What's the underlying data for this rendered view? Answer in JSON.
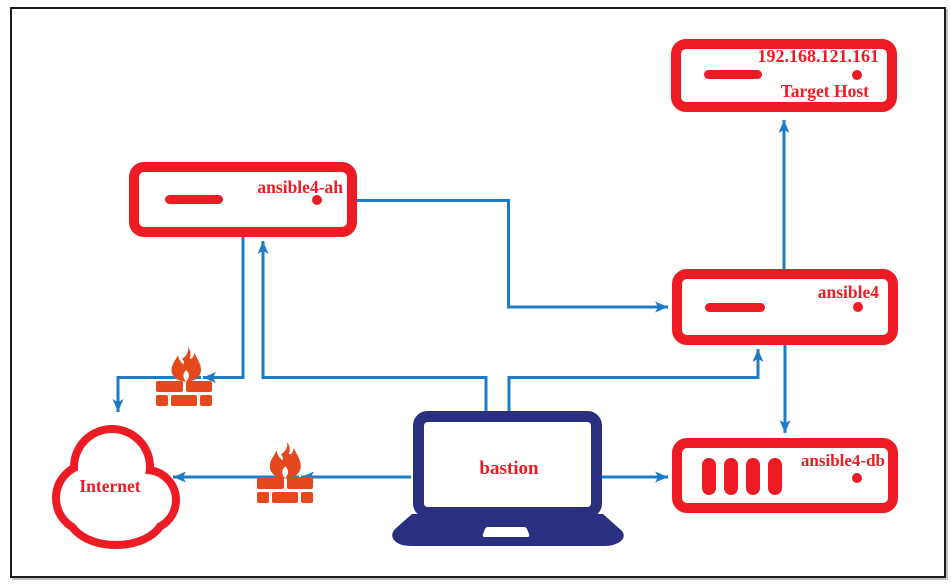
{
  "nodes": {
    "target_host": {
      "ip": "192.168.121.161",
      "label": "Target Host"
    },
    "ansible4_ah": {
      "label": "ansible4-ah"
    },
    "ansible4": {
      "label": "ansible4"
    },
    "ansible4_db": {
      "label": "ansible4-db"
    },
    "bastion": {
      "label": "bastion"
    },
    "internet": {
      "label": "Internet"
    }
  },
  "colors": {
    "node_red": "#ed1c24",
    "arrow_blue": "#1f7bc4",
    "laptop_navy": "#2b2f80",
    "firewall_orange": "#e5481c",
    "frame_black": "#1c1c1c"
  },
  "icons": {
    "firewall": "brick wall with flame",
    "cloud": "internet cloud outline",
    "laptop": "laptop computer",
    "server": "server chassis with led bar and dot",
    "db_server": "server chassis with four vertical slots"
  }
}
